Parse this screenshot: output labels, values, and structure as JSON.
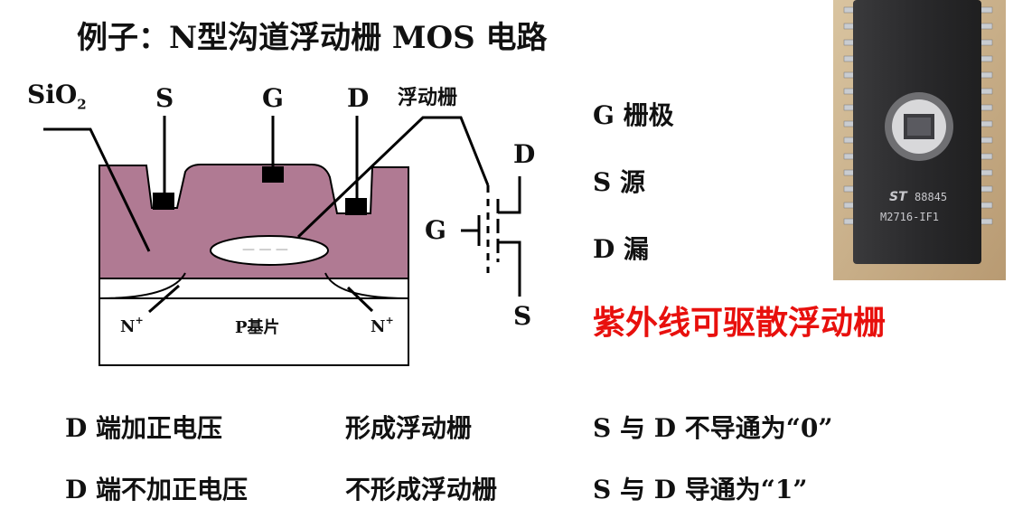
{
  "title": "例子：N型沟道浮动栅 MOS 电路",
  "diagram": {
    "sio2_label": "SiO",
    "sio2_sub": "2",
    "s_top": "S",
    "g_top": "G",
    "d_top": "D",
    "floating_gate_label": "浮动栅",
    "n_left": "N",
    "n_left_sup": "+",
    "p_substrate": "P基片",
    "n_right": "N",
    "n_right_sup": "+",
    "plus_signs": "+ + + + + +",
    "minus_signs": "— — —"
  },
  "symbol": {
    "d": "D",
    "g": "G",
    "s": "S"
  },
  "legend": {
    "g": "G 栅极",
    "s": "S  源",
    "d": "D 漏"
  },
  "uv_erase": "紫外线可驱散浮动栅",
  "chip_photo": {
    "logo": "ST",
    "code": "88845",
    "part": "M2716-IF1"
  },
  "rows": [
    {
      "condition": "D 端加正电压",
      "effect": "形成浮动栅",
      "result": "S 与 D 不导通为“0”"
    },
    {
      "condition": "D 端不加正电压",
      "effect": "不形成浮动栅",
      "result": "S 与 D 导通为“1”"
    }
  ],
  "colors": {
    "oxide": "#b07a93",
    "accent_red": "#e8100d"
  }
}
